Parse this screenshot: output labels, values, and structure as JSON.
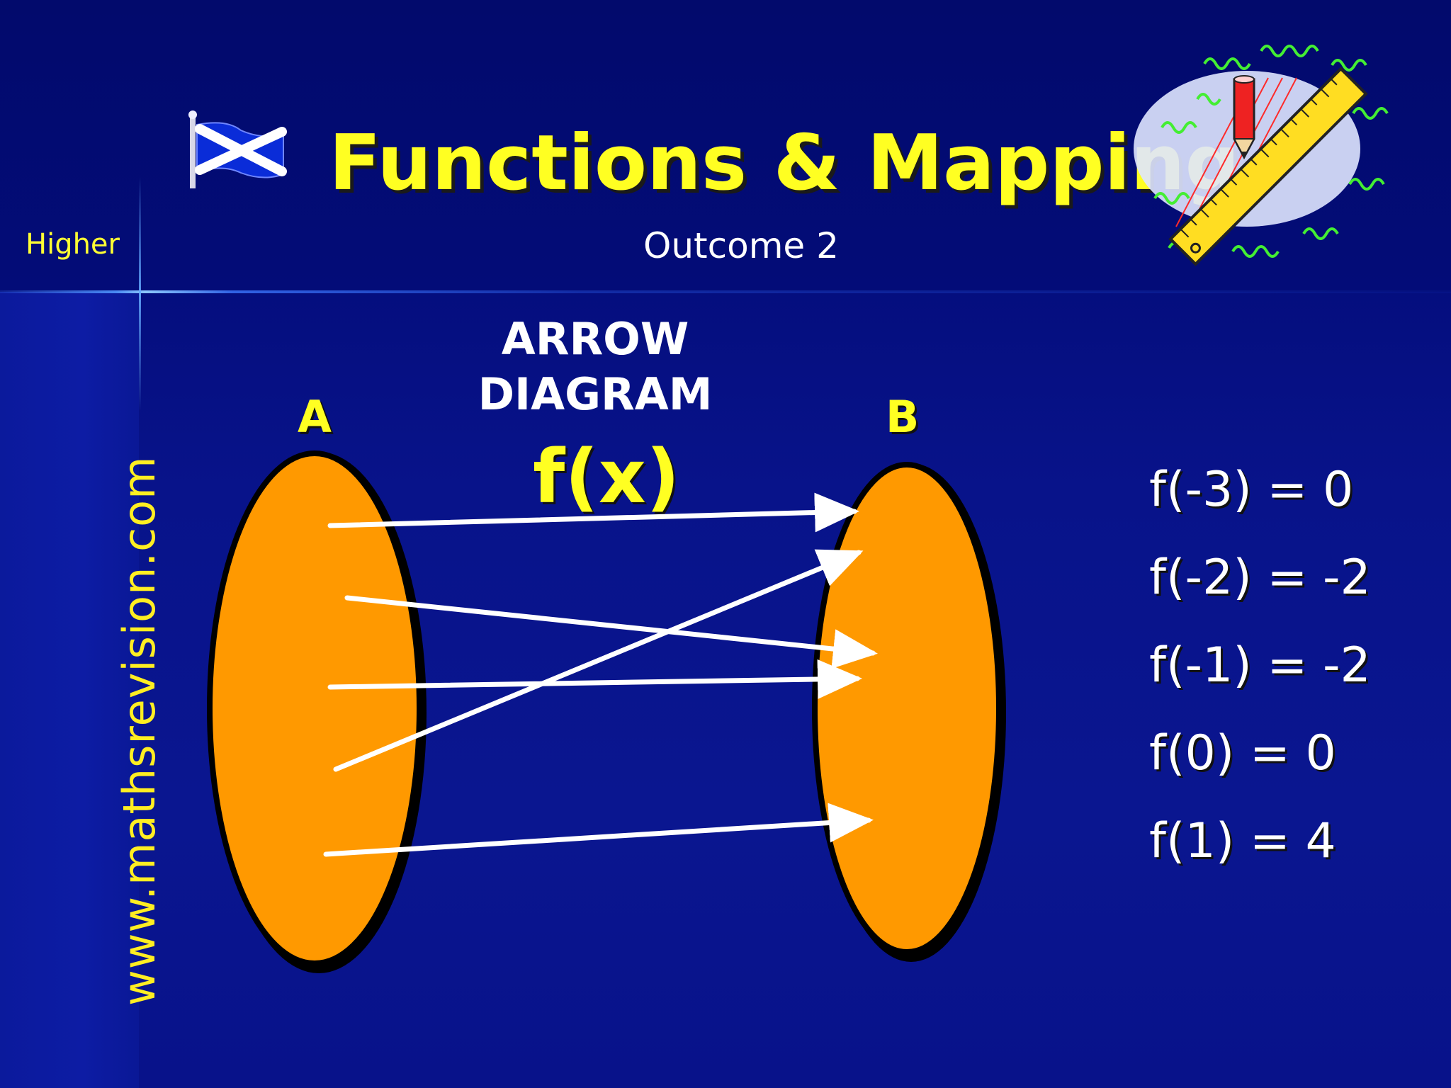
{
  "slide": {
    "level": "Higher",
    "title": "Functions & Mapping",
    "subtitle": "Outcome 2",
    "website": "www.mathsrevision.com"
  },
  "diagram": {
    "heading_line1": "ARROW",
    "heading_line2": "DIAGRAM",
    "function_label": "f(x)",
    "set_a_label": "A",
    "set_b_label": "B",
    "set_fill_color": "#ff9900",
    "arrow_color": "#ffffff"
  },
  "mappings": [
    {
      "text": "f(-3) = 0",
      "input": -3,
      "output": 0
    },
    {
      "text": "f(-2) = -2",
      "input": -2,
      "output": -2
    },
    {
      "text": "f(-1) = -2",
      "input": -1,
      "output": -2
    },
    {
      "text": "f(0) = 0",
      "input": 0,
      "output": 0
    },
    {
      "text": "f(1) = 4",
      "input": 1,
      "output": 4
    }
  ],
  "icons": {
    "flag": "scottish-flag-icon",
    "clipart": "pencil-ruler-clipart"
  },
  "colors": {
    "background": "#030c7a",
    "title": "#ffff22",
    "accent": "#ff9900"
  }
}
